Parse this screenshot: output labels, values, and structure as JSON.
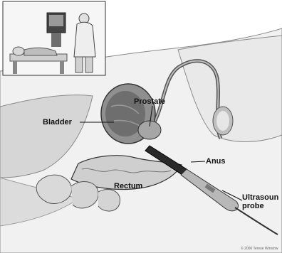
{
  "labels": {
    "prostate": "Prostate",
    "bladder": "Bladder",
    "anus": "Anus",
    "rectum": "Rectum",
    "probe": "Ultrasoun probe"
  },
  "copyright": "© 2006 Terese Winslow"
}
